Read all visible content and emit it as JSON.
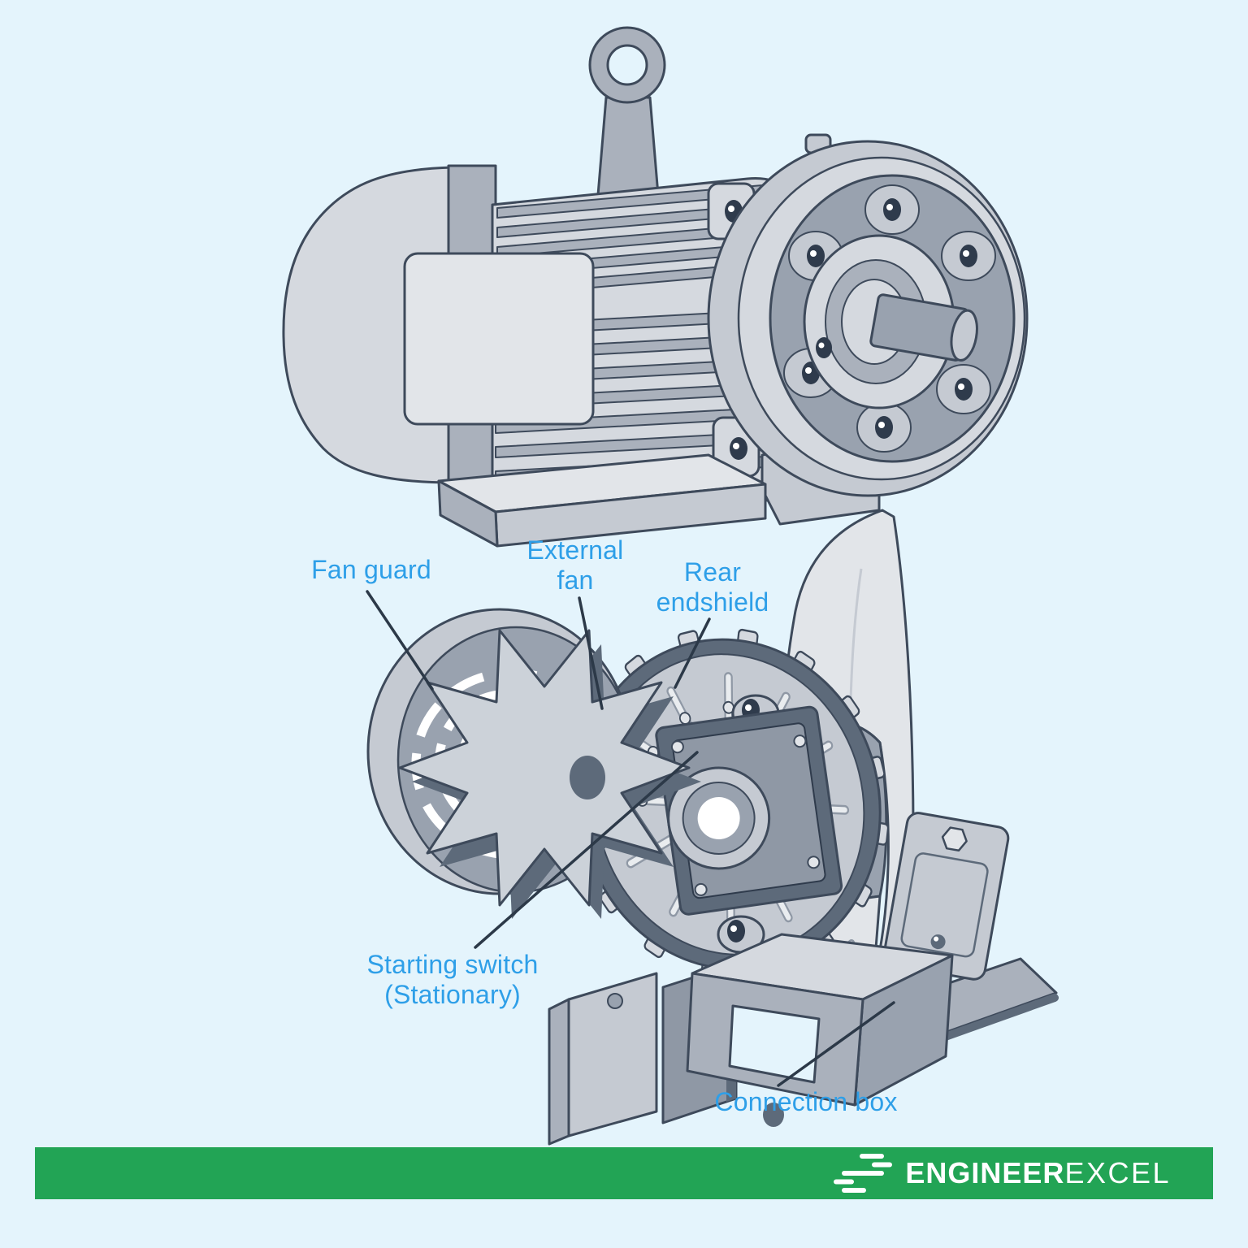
{
  "page": {
    "background": "#e4f4fc"
  },
  "labels": {
    "fan_guard": "Fan guard",
    "external_fan": "External\nfan",
    "rear_endshield": "Rear\nendshield",
    "starting_switch": "Starting switch\n(Stationary)",
    "connection_box": "Connection box"
  },
  "label_color": "#2e9fe8",
  "leader_line_color": "#2c3948",
  "illustration_palette": {
    "lightest_gray": "#e2e5e9",
    "light_gray": "#d5d9df",
    "mid_gray": "#c5cad2",
    "gray": "#aab1bc",
    "dark_gray": "#99a2af",
    "slate_shadow": "#5d6a7a",
    "outline": "#3e4a5b"
  },
  "banner": {
    "background": "#22a455",
    "logo_icon": "speed-lines-icon",
    "brand_bold": "ENGINEER",
    "brand_light": "EXCEL",
    "text_color": "#ffffff"
  }
}
